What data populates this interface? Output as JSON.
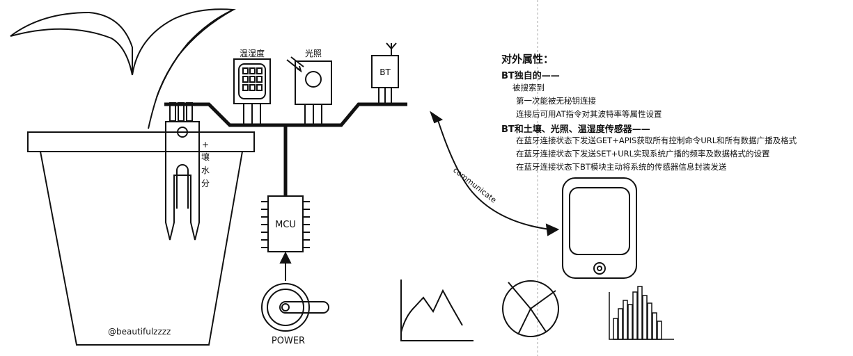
{
  "labels": {
    "temp_humidity": "温湿度",
    "light": "光照",
    "bt": "BT",
    "mcu": "MCU",
    "power": "POWER",
    "soil_moisture": [
      "+",
      "壤",
      "水",
      "分"
    ],
    "communicate": "communicate",
    "watermark": "@beautifulzzzz"
  },
  "properties": {
    "title": "对外属性：",
    "bt_section": {
      "heading": "BT独自的——",
      "items": [
        "被搜索到",
        "第一次能被无秘钥连接",
        "连接后可用AT指令对其波特率等属性设置"
      ]
    },
    "sensor_section": {
      "heading": "BT和土壤、光照、温湿度传感器——",
      "items": [
        "在蓝牙连接状态下发送GET+APIS获取所有控制命令URL和所有数据广播及格式",
        "在蓝牙连接状态下发送SET+URL实现系统广播的频率及数据格式的设置",
        "在蓝牙连接状态下BT模块主动将系统的传感器信息封装发送"
      ]
    }
  },
  "colors": {
    "ink": "#111111",
    "background": "#ffffff",
    "guide": "#aaaaaa"
  },
  "icons": [
    "plant-leaves",
    "flower-pot",
    "soil-moisture-sensor",
    "temp-humidity-sensor",
    "light-sensor",
    "bluetooth-module",
    "mcu-chip",
    "power-knob",
    "phone-icon",
    "line-chart-icon",
    "pie-chart-icon",
    "bar-chart-icon"
  ]
}
